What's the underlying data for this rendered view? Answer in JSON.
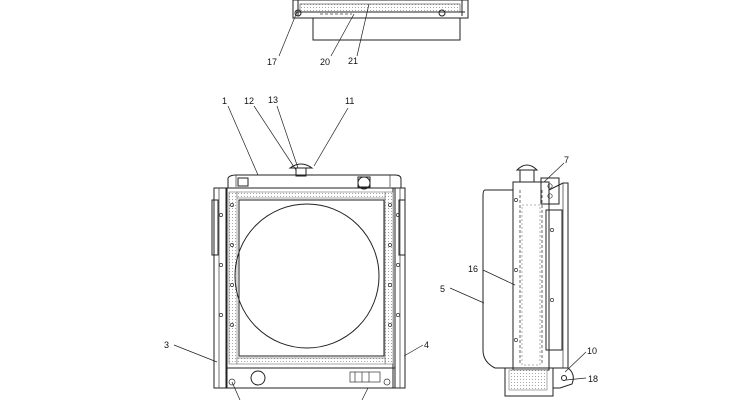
{
  "callouts": {
    "c1": "1",
    "c3": "3",
    "c4": "4",
    "c5": "5",
    "c7": "7",
    "c10": "10",
    "c11": "11",
    "c12": "12",
    "c13": "13",
    "c16": "16",
    "c17": "17",
    "c18": "18",
    "c20": "20",
    "c21": "21"
  }
}
